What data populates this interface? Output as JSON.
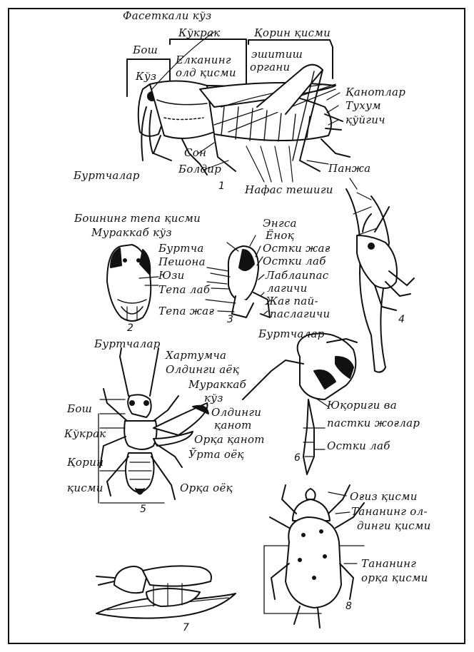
{
  "figure": {
    "fig1": {
      "number": "1",
      "labels": {
        "faceted_eye": "Фасеткали кўз",
        "head_top": "Бош",
        "head_eye": "Кўз",
        "thorax_top": "Кўкрак",
        "thorax_sub1": "Елканинг",
        "thorax_sub2": "олд қисми",
        "abdomen_top": "Қорин қисми",
        "ear_1": "эшитиш",
        "ear_2": "органи",
        "wings": "Қанотлар",
        "ovipositor": "Тухум",
        "layer": "қўйгич",
        "thigh": "Сон",
        "shin": "Болдир",
        "claw": "Панжа",
        "antennae": "Буртчалар",
        "spiracle": "Нафас тешиги"
      }
    },
    "fig2": {
      "number": "2",
      "labels": {
        "crown": "Бошнинг тепа қисми",
        "compound_eye": "Мураккаб кўз",
        "antenna": "Буртча",
        "forehead": "Пешона",
        "face": "Юзи",
        "upper_lip": "Тепа лаб",
        "upper_jaw": "Тепа жағ"
      }
    },
    "fig3": {
      "number": "3",
      "labels": {
        "neck": "Энгса",
        "cheek": "Ёноқ",
        "lower_jaw": "Остки жағ",
        "lower_lip": "Остки лаб",
        "lip_palp_1": "Лаблаипас",
        "lip_palp_2": "лагичи",
        "jaw_palp_1": "Жағ пай-",
        "jaw_palp_2": "паслагичи"
      }
    },
    "fig4": {
      "number": "4"
    },
    "fig5": {
      "number": "5",
      "labels": {
        "antennae": "Буртчалар",
        "proboscis": "Хартумча",
        "foreleg": "Олдинги аёқ",
        "compound_eye_1": "Мураккаб",
        "compound_eye_2": "кўз",
        "forewing_1": "Олдинги",
        "forewing_2": "қанот",
        "hindwing": "Орқа қанот",
        "midleg": "Ўрта оёқ",
        "hindleg": "Орқа оёқ",
        "head": "Бош",
        "thorax": "Кўкрак",
        "abdomen_1": "Қорин",
        "abdomen_2": "қисми"
      }
    },
    "fig6": {
      "number": "6",
      "labels": {
        "antennae": "Буртчалар",
        "jaws_1": "Юқориги ва",
        "jaws_2": "пастки жоғлар",
        "lower_lip": "Остки лаб"
      }
    },
    "fig7": {
      "number": "7"
    },
    "fig8": {
      "number": "8",
      "labels": {
        "mouth": "Оғиз қисми",
        "body_front_1": "Тананинг ол-",
        "body_front_2": "динги қисми",
        "body_rear_1": "Тананинг",
        "body_rear_2": "орқа қисми"
      }
    }
  }
}
